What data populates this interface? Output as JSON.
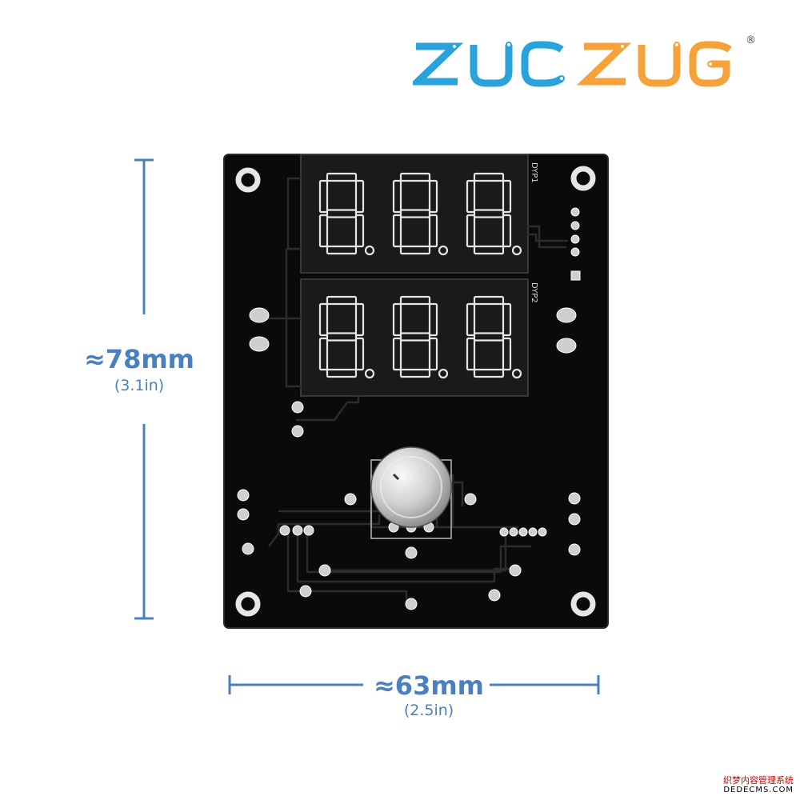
{
  "brand": {
    "part1": "ZUC",
    "part2": "ZUG",
    "registered": "®",
    "color_blue": "#2aa3dd",
    "color_orange": "#f5a23a"
  },
  "dimensions": {
    "height_mm": "≈78mm",
    "height_in": "(3.1in)",
    "width_mm": "≈63mm",
    "width_in": "(2.5in)",
    "line_color": "#4a7fc0"
  },
  "board": {
    "display1_label": "DYP1",
    "display2_label": "DYP2",
    "board_color": "#0a0a0a",
    "segment_color": "#e8e4e2"
  },
  "watermark": {
    "line1": "织梦内容管理系统",
    "line2": "DEDECMS.COM"
  }
}
